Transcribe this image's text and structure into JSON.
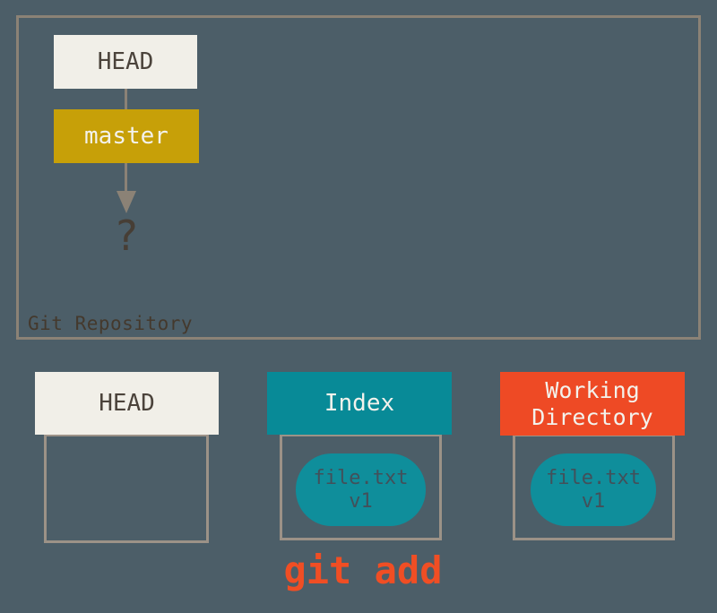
{
  "colors": {
    "background": "#4c5e68",
    "line": "#8b8276",
    "line_light": "#9c9287",
    "cream": "#f1efe8",
    "cream_text": "#4b433b",
    "gold": "#c7a008",
    "teal": "#088a97",
    "capsule_teal": "#0f8e9b",
    "capsule_text": "#42505a",
    "red": "#ee4a25",
    "header_text": "#f3f2ec",
    "repo_label_text": "#44392d",
    "question_text": "#473e35",
    "accent_text": "#f04e24"
  },
  "repository": {
    "label": "Git Repository",
    "head_label": "HEAD",
    "branch_label": "master",
    "unknown_commit": "?"
  },
  "columns": [
    {
      "id": "head",
      "title": "HEAD",
      "items": []
    },
    {
      "id": "index",
      "title": "Index",
      "items": [
        {
          "name": "file.txt",
          "version": "v1"
        }
      ]
    },
    {
      "id": "working-directory",
      "title": "Working Directory",
      "items": [
        {
          "name": "file.txt",
          "version": "v1"
        }
      ]
    }
  ],
  "command": {
    "label": "git add"
  }
}
